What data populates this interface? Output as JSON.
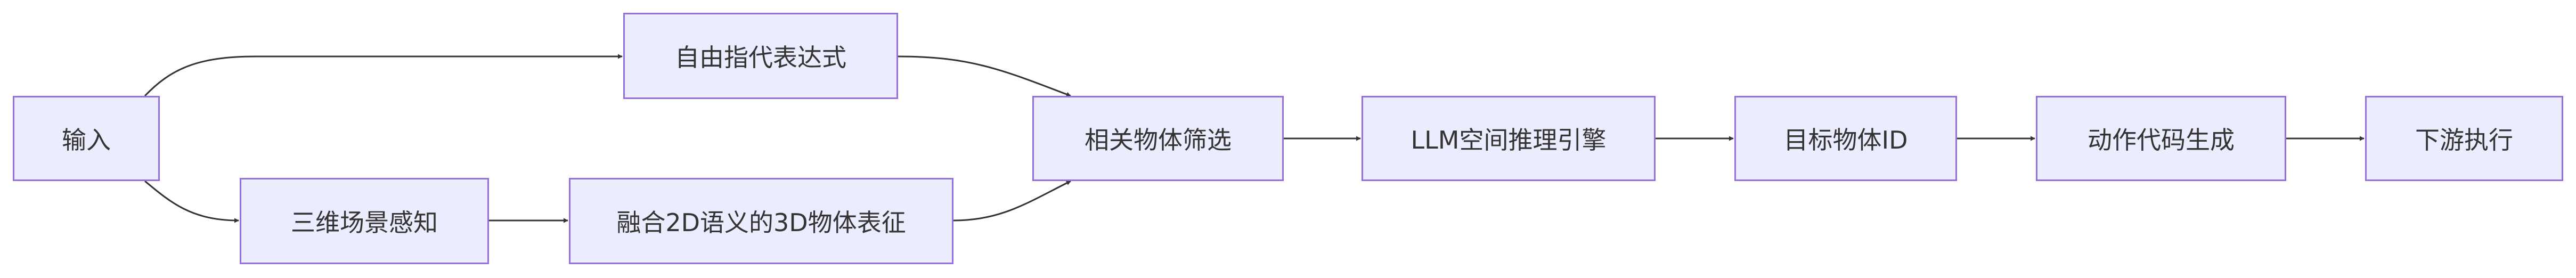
{
  "diagram": {
    "nodes": {
      "input": "输入",
      "free_form_referring": "自由指代表达式",
      "scene_perception": "三维场景感知",
      "fusion": "融合2D语义的3D物体表征",
      "relevant_filter": "相关物体筛选",
      "llm_engine": "LLM空间推理引擎",
      "target_id": "目标物体ID",
      "code_gen": "动作代码生成",
      "downstream": "下游执行"
    },
    "edges": [
      {
        "from": "input",
        "to": "free_form_referring"
      },
      {
        "from": "input",
        "to": "scene_perception"
      },
      {
        "from": "scene_perception",
        "to": "fusion"
      },
      {
        "from": "free_form_referring",
        "to": "relevant_filter"
      },
      {
        "from": "fusion",
        "to": "relevant_filter"
      },
      {
        "from": "relevant_filter",
        "to": "llm_engine"
      },
      {
        "from": "llm_engine",
        "to": "target_id"
      },
      {
        "from": "target_id",
        "to": "code_gen"
      },
      {
        "from": "code_gen",
        "to": "downstream"
      }
    ],
    "colors": {
      "node_fill": "#ececff",
      "node_border": "#9370db",
      "edge": "#333333",
      "text": "#333333"
    }
  }
}
